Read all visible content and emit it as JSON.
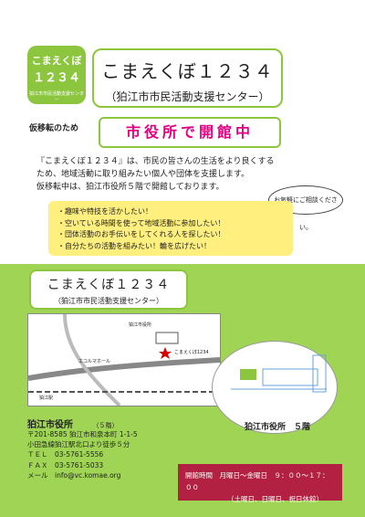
{
  "logo": {
    "line1": "こまえくぼ",
    "line2": "１２３４",
    "line3": "狛江市市民活動支援センター"
  },
  "title": {
    "main": "こまえくぼ１２３４",
    "sub": "（狛江市市民活動支援センター）"
  },
  "notice": {
    "kari": "仮移転のため",
    "kaikan": "市役所で開館中"
  },
  "description": [
    "『こまえくぼ１２３４』は、市民の皆さんの生活をより良くする",
    "ため、地域活動に取り組みたい個人や団体を支援します。",
    "仮移転中は、狛江市役所５階で開館しております。"
  ],
  "bubble": "お気軽にご相談ください。",
  "bullets": [
    "・趣味や特技を活かしたい！",
    "・空いている時間を使って地域活動に参加したい！",
    "・団体活動のお手伝いをしてくれる人を探したい！",
    "・自分たちの活動を組みたい！輪を広げたい！"
  ],
  "lower": {
    "name": "こまえくぼ１２３４",
    "sub": "（狛江市市民活動支援センター）"
  },
  "map": {
    "labels": [
      "狛江市役所",
      "こまえくぼ1234",
      "狛江駅",
      "エコルマホール"
    ]
  },
  "floor": {
    "label": "狛江市役所　５階"
  },
  "city": {
    "name": "狛江市役所",
    "floor": "（５階）"
  },
  "address": [
    "〒201-8585 狛江市和泉本町 1-1-5",
    "小田急線狛江駅北口より徒歩５分",
    "ＴＥＬ　03-5761-5556",
    "ＦＡＸ　03-5761-5033",
    "メール　info@vc.komae.org"
  ],
  "hours": [
    "開館時間　月曜日～金曜日　９：００～１７：００",
    "（土曜日、日曜日、祝日休館）"
  ],
  "colors": {
    "green": "#8cc63f",
    "pink": "#e5007f",
    "yellow": "#ffef7f",
    "maroon": "#b22142"
  }
}
